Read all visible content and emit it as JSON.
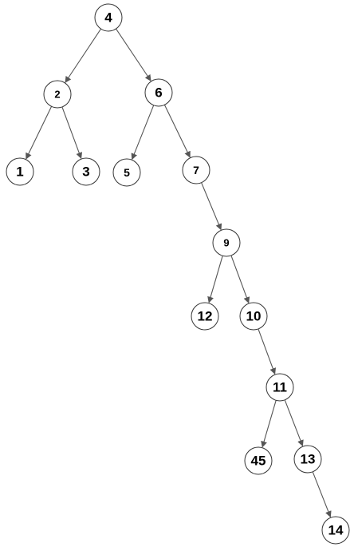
{
  "tree": {
    "nodes": [
      {
        "id": "n4",
        "label": "4"
      },
      {
        "id": "n2",
        "label": "2"
      },
      {
        "id": "n6",
        "label": "6"
      },
      {
        "id": "n1",
        "label": "1"
      },
      {
        "id": "n3",
        "label": "3"
      },
      {
        "id": "n5",
        "label": "5"
      },
      {
        "id": "n7",
        "label": "7"
      },
      {
        "id": "n9",
        "label": "9"
      },
      {
        "id": "n12",
        "label": "12"
      },
      {
        "id": "n10",
        "label": "10"
      },
      {
        "id": "n11",
        "label": "11"
      },
      {
        "id": "n45",
        "label": "45"
      },
      {
        "id": "n13",
        "label": "13"
      },
      {
        "id": "n14",
        "label": "14"
      }
    ],
    "edges": [
      {
        "from": "n4",
        "to": "n2"
      },
      {
        "from": "n4",
        "to": "n6"
      },
      {
        "from": "n2",
        "to": "n1"
      },
      {
        "from": "n2",
        "to": "n3"
      },
      {
        "from": "n6",
        "to": "n5"
      },
      {
        "from": "n6",
        "to": "n7"
      },
      {
        "from": "n7",
        "to": "n9"
      },
      {
        "from": "n9",
        "to": "n12"
      },
      {
        "from": "n9",
        "to": "n10"
      },
      {
        "from": "n10",
        "to": "n11"
      },
      {
        "from": "n11",
        "to": "n45"
      },
      {
        "from": "n11",
        "to": "n13"
      },
      {
        "from": "n13",
        "to": "n14"
      }
    ]
  }
}
